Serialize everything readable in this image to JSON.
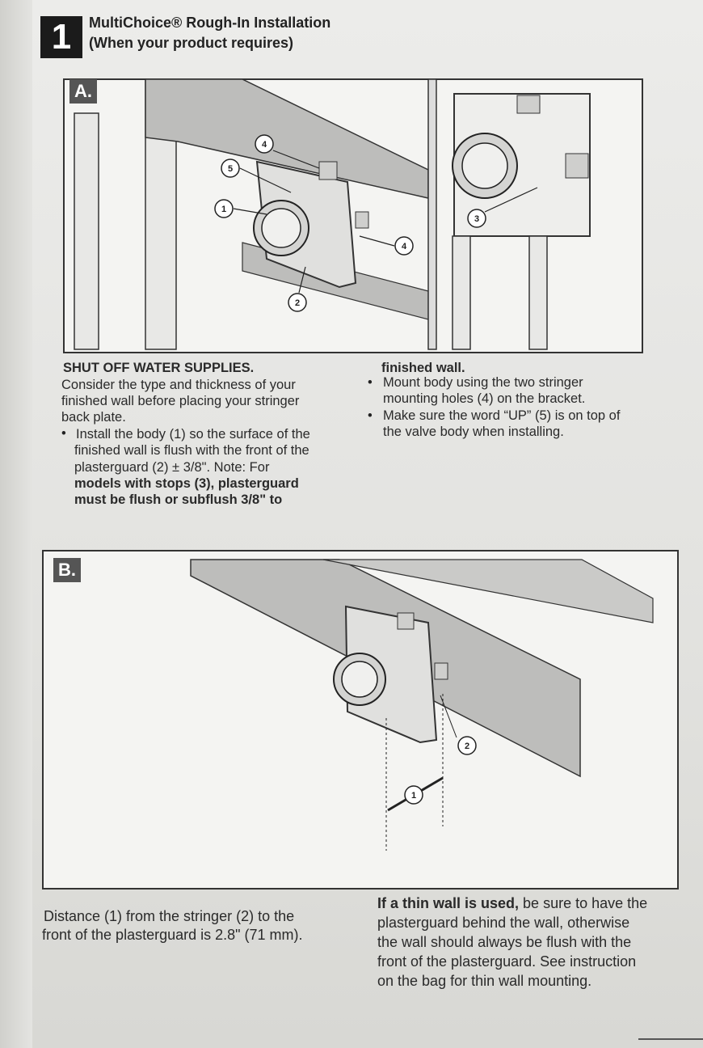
{
  "header": {
    "step_number": "1",
    "title_line1": "MultiChoice® Rough-In Installation",
    "title_line2": "(When your product requires)"
  },
  "figure_a": {
    "label": "A.",
    "callouts": [
      "4",
      "5",
      "1",
      "4",
      "2",
      "3"
    ]
  },
  "figure_b": {
    "label": "B.",
    "callouts": [
      "2",
      "1"
    ]
  },
  "section_a": {
    "heading": "SHUT OFF WATER SUPPLIES.",
    "intro_lines": [
      "Consider the type and thickness of your",
      "finished wall before placing your stringer",
      "back plate."
    ],
    "bullet1_lines": [
      "Install the body (1) so the surface of the",
      "finished wall is flush with the front of the",
      "plasterguard (2) ± 3/8\". Note: For",
      "models with stops (3), plasterguard",
      "must be flush or subflush 3/8\" to"
    ],
    "col2_first": "finished wall.",
    "bullet2_lines": [
      "Mount body using the two stringer",
      "mounting holes (4) on the bracket."
    ],
    "bullet3_lines": [
      "Make sure the word “UP” (5) is on top of",
      "the valve body when installing."
    ]
  },
  "section_b": {
    "left_lines": [
      "Distance (1) from the stringer (2) to the",
      "front of the plasterguard is 2.8\" (71 mm)."
    ],
    "right_bold": "If a thin wall is used,",
    "right_line1_rest": " be sure to have the",
    "right_lines": [
      "plasterguard behind the wall, otherwise",
      "the wall should always be flush with the",
      "front of the plasterguard. See instruction",
      "on the bag for thin wall mounting."
    ]
  }
}
